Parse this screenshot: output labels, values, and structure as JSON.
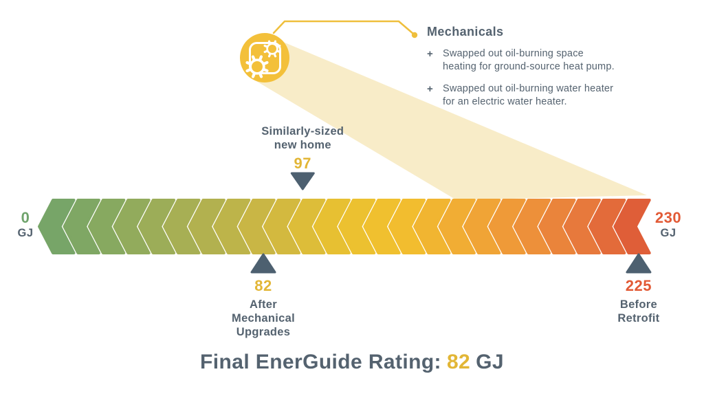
{
  "colors": {
    "background": "#FFFFFF",
    "slate": "#54626F",
    "marker_triangle": "#4D6070",
    "gold": "#E2B636",
    "orange_red": "#E25A36",
    "green": "#6FA36C",
    "beam": "#F8ECC8",
    "icon_circle": "#F3C03A",
    "icon_glyph": "#FFFFFF",
    "connector": "#EFBF3C",
    "gradient_stops": [
      {
        "t": 0.0,
        "c": "#6FA36C"
      },
      {
        "t": 0.12,
        "c": "#87A960"
      },
      {
        "t": 0.25,
        "c": "#A8AF53"
      },
      {
        "t": 0.38,
        "c": "#CCB744"
      },
      {
        "t": 0.5,
        "c": "#E9C131"
      },
      {
        "t": 0.6,
        "c": "#F2C02E"
      },
      {
        "t": 0.7,
        "c": "#F1AC34"
      },
      {
        "t": 0.8,
        "c": "#EE9539"
      },
      {
        "t": 0.9,
        "c": "#E7793C"
      },
      {
        "t": 1.0,
        "c": "#DD5837"
      }
    ]
  },
  "callout": {
    "icon": "gears-icon",
    "title": "Mechanicals",
    "bullet_glyph": "+",
    "items": [
      {
        "lines": [
          "Swapped out oil-burning space",
          "heating for ground-source heat pump."
        ]
      },
      {
        "lines": [
          "Swapped out oil-burning water heater",
          "for an electric water heater."
        ]
      }
    ]
  },
  "chart_data": {
    "type": "linear-gauge",
    "title": "EnerGuide energy consumption scale",
    "unit": "GJ",
    "axis": {
      "min": 0,
      "max": 230
    },
    "endpoints": {
      "left": {
        "value": "0",
        "unit": "GJ"
      },
      "right": {
        "value": "230",
        "unit": "GJ"
      }
    },
    "markers": [
      {
        "value": 97,
        "display": "97",
        "lines": [
          "Similarly-sized",
          "new home"
        ],
        "side": "above",
        "value_color": "gold"
      },
      {
        "value": 82,
        "display": "82",
        "lines": [
          "After",
          "Mechanical",
          "Upgrades"
        ],
        "side": "below",
        "value_color": "gold"
      },
      {
        "value": 225,
        "display": "225",
        "lines": [
          "Before",
          "Retrofit"
        ],
        "side": "below",
        "value_color": "orange_red"
      }
    ],
    "final_rating": {
      "prefix": "Final EnerGuide Rating:",
      "value": "82",
      "suffix": "GJ"
    }
  }
}
